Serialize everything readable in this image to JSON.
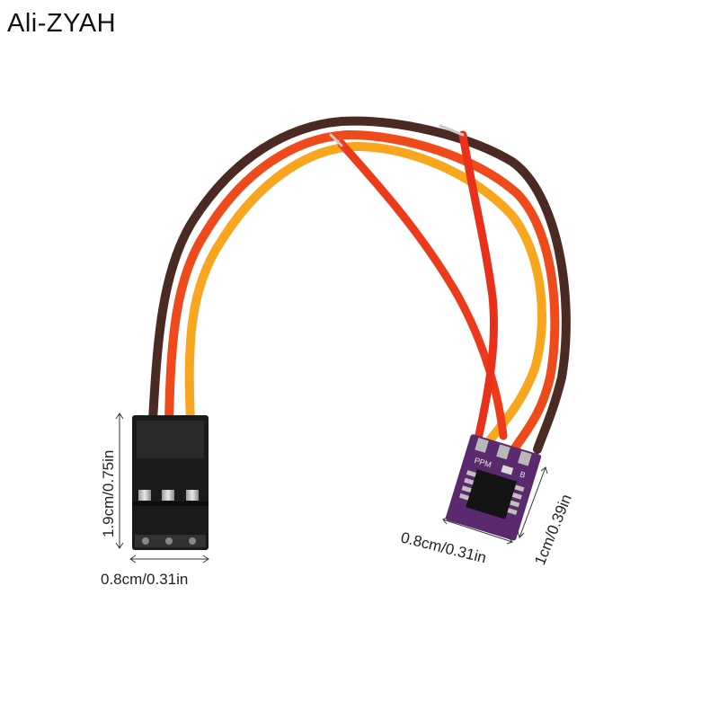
{
  "brand": {
    "text": "Ali-ZYAH"
  },
  "connector": {
    "height_label": "1.9cm/0.75in",
    "width_label": "0.8cm/0.31in"
  },
  "module": {
    "width_label": "0.8cm/0.31in",
    "height_label": "1cm/0.39in",
    "silkscreen_ppm": "PPM",
    "silkscreen_b": "B"
  },
  "colors": {
    "wire_brown": "#4a2a22",
    "wire_red": "#e8381a",
    "wire_orange": "#f46a12",
    "wire_yellow": "#f8b323",
    "pcb_purple": "#5b2a6e",
    "housing_black": "#1a1a1a",
    "chip_black": "#141414"
  }
}
